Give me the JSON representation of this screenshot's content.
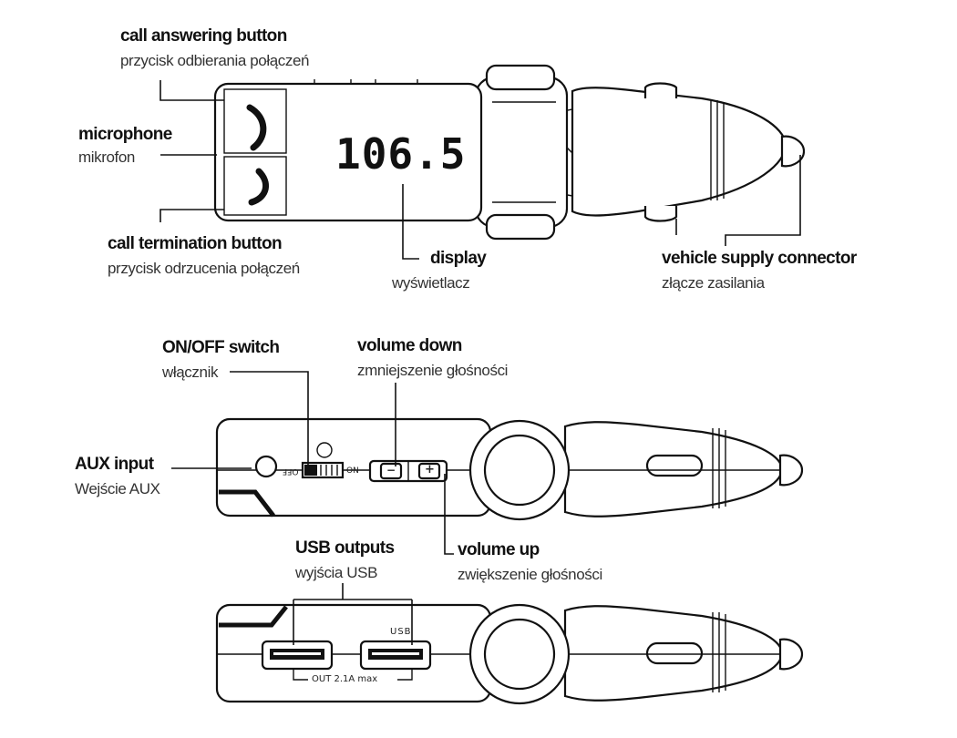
{
  "labels": {
    "call_answer": {
      "en": "call answering button",
      "pl": "przycisk odbierania połączeń"
    },
    "microphone": {
      "en": "microphone",
      "pl": "mikrofon"
    },
    "call_termination": {
      "en": "call termination button",
      "pl": "przycisk odrzucenia połączeń"
    },
    "display": {
      "en": "display",
      "pl": "wyświetlacz"
    },
    "vehicle_supply": {
      "en": "vehicle supply connector",
      "pl": "złącze zasilania"
    },
    "on_off": {
      "en": "ON/OFF switch",
      "pl": "włącznik"
    },
    "volume_down": {
      "en": "volume down",
      "pl": "zmniejszenie głośności"
    },
    "aux_input": {
      "en": "AUX input",
      "pl": "Wejście AUX"
    },
    "volume_up": {
      "en": "volume up",
      "pl": "zwiększenie głośności"
    },
    "usb_outputs": {
      "en": "USB outputs",
      "pl": "wyjścia USB"
    }
  },
  "device": {
    "display_value": "106.5",
    "switch_off_label": "OFF",
    "switch_on_label": "ON",
    "usb_label": "USB",
    "usb_rating": "OUT 2.1A max",
    "minus_symbol": "−",
    "plus_symbol": "+"
  },
  "icons": [
    "phone-answer-icon",
    "phone-hangup-icon"
  ]
}
